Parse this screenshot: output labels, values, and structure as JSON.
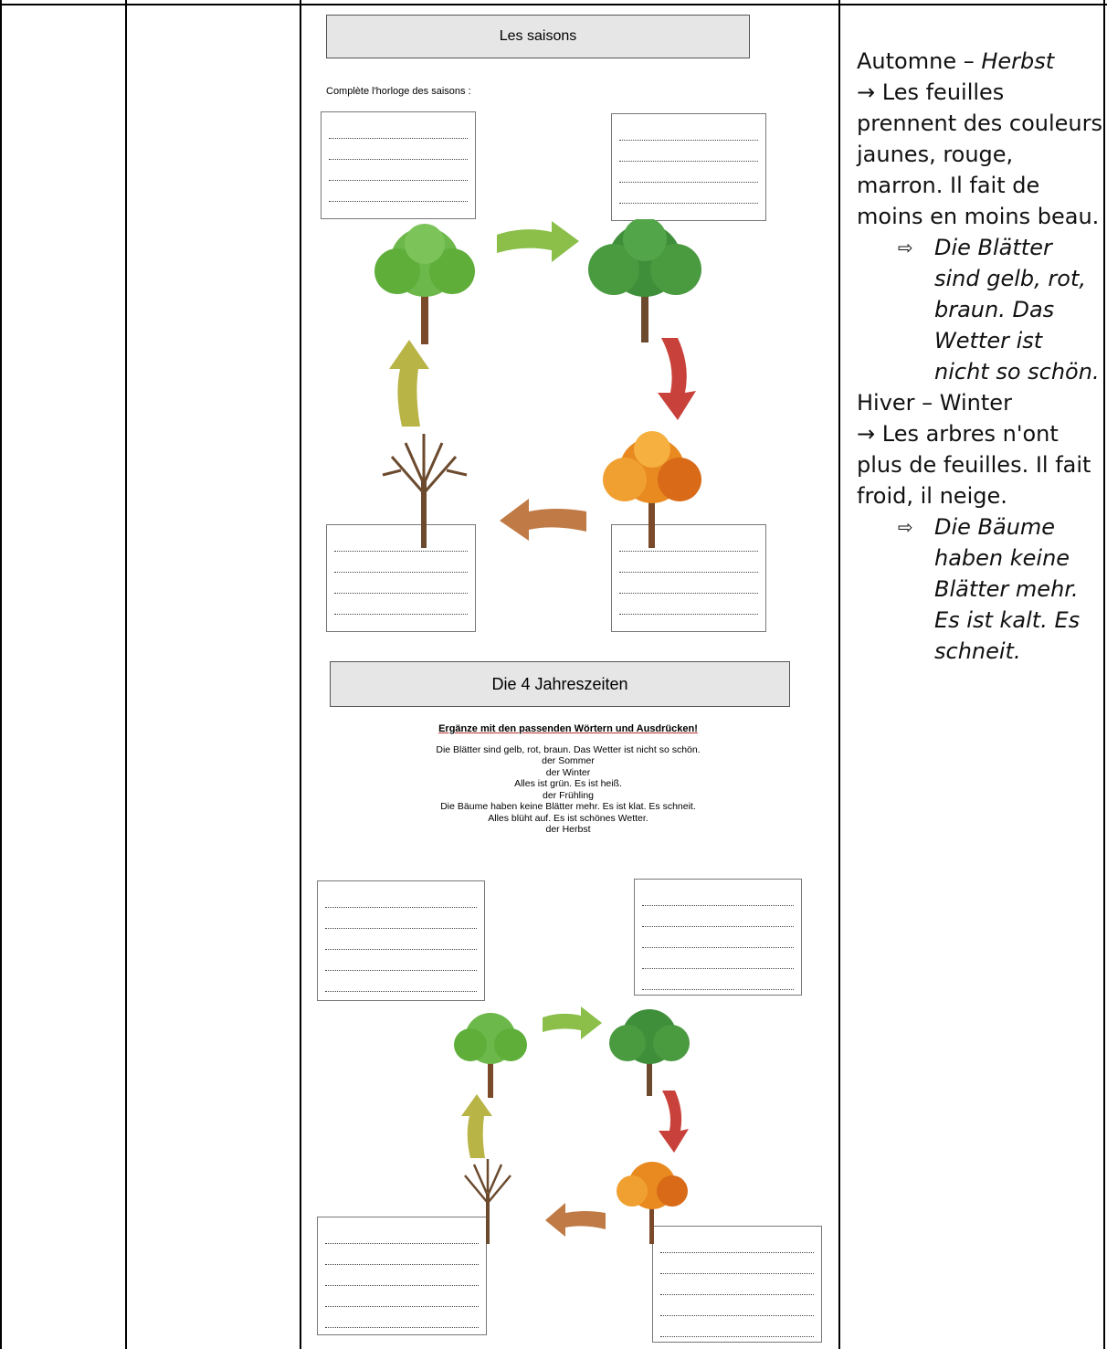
{
  "worksheet_fr": {
    "title": "Les saisons",
    "instruction": "Complète l'horloge des saisons :"
  },
  "worksheet_de": {
    "title": "Die 4 Jahreszeiten",
    "instruction": "Ergänze mit den passenden Wörtern und Ausdrücken!",
    "word_bank": [
      "Die Blätter sind gelb, rot, braun. Das Wetter ist nicht so schön.",
      "der Sommer",
      "der Winter",
      "Alles ist grün. Es ist heiß.",
      "der Frühling",
      "Die Bäume haben keine Blätter mehr. Es ist klat. Es schneit.",
      "Alles blüht auf. Es ist schönes Wetter.",
      "der Herbst"
    ]
  },
  "notes": {
    "autumn_fr": "Automne – ",
    "autumn_de": "Herbst",
    "autumn_desc": "Les feuilles prennent des couleurs jaunes, rouge, marron. Il fait de moins en moins beau.",
    "autumn_sentence": "Die Blätter sind gelb, rot, braun. Das Wetter ist nicht so schön.",
    "winter_title": "Hiver – Winter",
    "winter_desc": "Les arbres n'ont plus de feuilles. Il fait froid, il neige.",
    "winter_sentence": "Die Bäume haben keine Blätter mehr. Es ist kalt. Es schneit.",
    "arrow_symbol": "→",
    "bullet_symbol": "⇨"
  },
  "colors": {
    "spring_green": "#5fae3a",
    "summer_green": "#3f8f3a",
    "autumn_orange": "#e88a1f",
    "winter_brown": "#6b4a2e",
    "arrow_green": "#8bbf4a",
    "arrow_red": "#c8413a",
    "arrow_brown": "#c07a45",
    "arrow_olive": "#b8b446"
  }
}
